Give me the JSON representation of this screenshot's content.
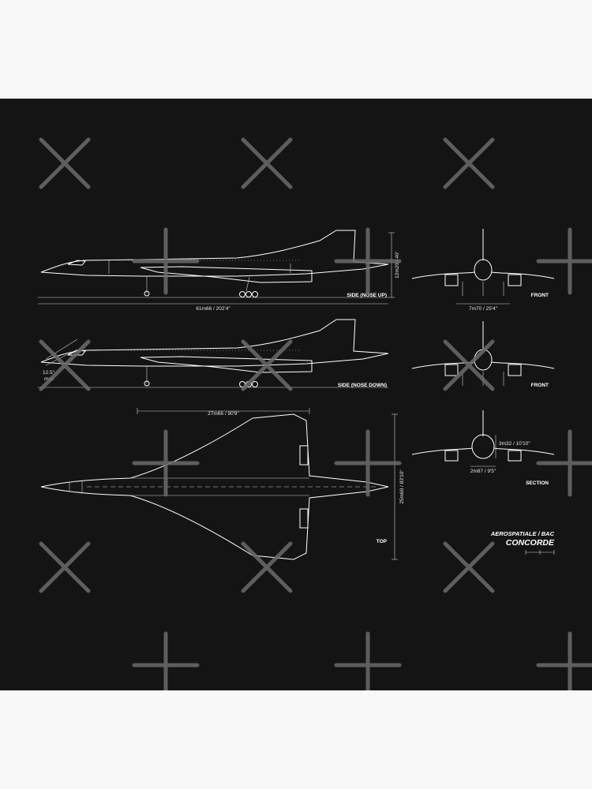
{
  "title_block": {
    "maker": "AEROSPATIALE / BAC",
    "name": "CONCORDE"
  },
  "views": {
    "side_nose_up": "SIDE (NOSE UP)",
    "side_nose_down": "SIDE (NOSE DOWN)",
    "top": "TOP",
    "front_1": "FRONT",
    "front_2": "FRONT",
    "section": "SECTION"
  },
  "dimensions": {
    "length": "61m66 / 202'4\"",
    "height": "12m20 / 40'",
    "track": "7m70 / 25'4\"",
    "nose_droop": "12.5°",
    "nose_droop_note": "max",
    "wing_root_chord": "27m66 / 90'9\"",
    "wingspan": "25m60 / 83'10\"",
    "fuselage_height": "3m32 / 10'10\"",
    "fuselage_width": "2m87 / 9'5\""
  },
  "colors": {
    "page_background": "#f8f8f8",
    "blueprint_background": "#141414",
    "line_color": "#ffffff",
    "watermark_color": "#6b6b6b"
  }
}
